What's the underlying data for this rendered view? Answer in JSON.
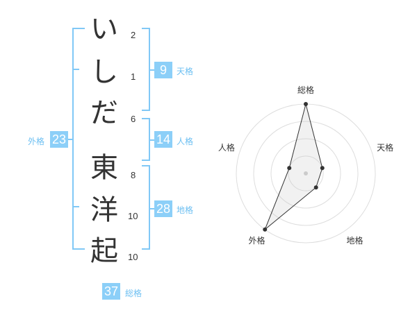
{
  "name": {
    "surname": [
      {
        "char": "い",
        "strokes": "2"
      },
      {
        "char": "し",
        "strokes": "1"
      },
      {
        "char": "だ",
        "strokes": "6"
      }
    ],
    "given": [
      {
        "char": "東",
        "strokes": "8"
      },
      {
        "char": "洋",
        "strokes": "10"
      },
      {
        "char": "起",
        "strokes": "10"
      }
    ]
  },
  "kakusu": {
    "tenkaku": {
      "value": "9",
      "label": "天格"
    },
    "jinkaku": {
      "value": "14",
      "label": "人格"
    },
    "chikaku": {
      "value": "28",
      "label": "地格"
    },
    "gaikaku": {
      "value": "23",
      "label": "外格"
    },
    "soukaku": {
      "value": "37",
      "label": "総格"
    }
  },
  "radar": {
    "axes": [
      "総格",
      "天格",
      "地格",
      "外格",
      "人格"
    ],
    "values": [
      4,
      1,
      1,
      4,
      1
    ],
    "max": 4,
    "rings": 4
  },
  "colors": {
    "accent": "#80c8f6",
    "badge": "#8ccff8",
    "label": "#6ec0f2",
    "text": "#333333"
  }
}
